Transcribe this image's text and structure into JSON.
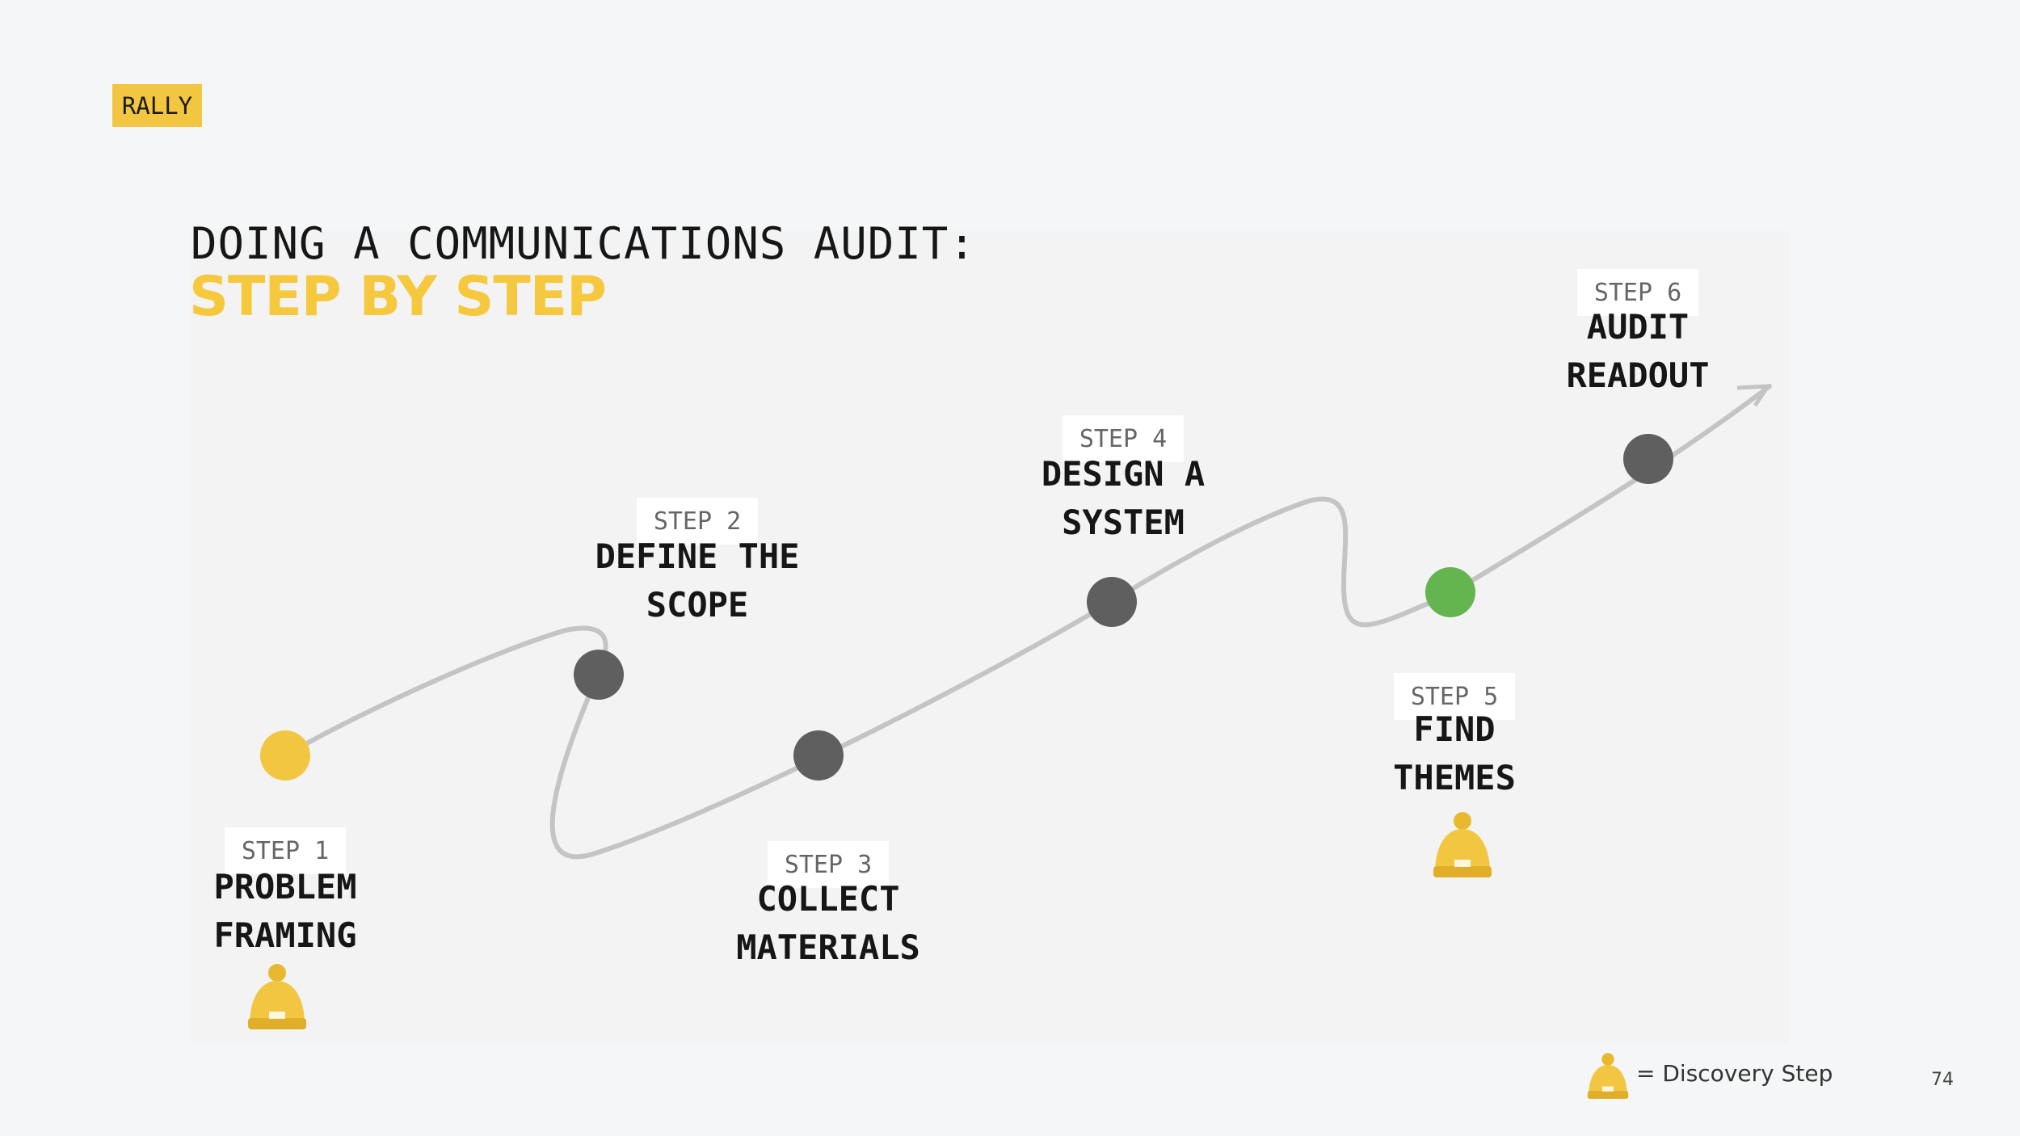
{
  "brand": {
    "label": "RALLY",
    "color": "#f2c641"
  },
  "title": {
    "line1": "DOING A COMMUNICATIONS AUDIT:",
    "line2": "STEP BY STEP",
    "accent_color": "#f5c83e"
  },
  "steps": [
    {
      "tag": "STEP 1",
      "title_lines": [
        "PROBLEM",
        "FRAMING"
      ],
      "dot_color": "#f2c641",
      "discovery": true
    },
    {
      "tag": "STEP 2",
      "title_lines": [
        "DEFINE THE",
        "SCOPE"
      ],
      "dot_color": "#5f5f5f",
      "discovery": false
    },
    {
      "tag": "STEP 3",
      "title_lines": [
        "COLLECT",
        "MATERIALS"
      ],
      "dot_color": "#5f5f5f",
      "discovery": false
    },
    {
      "tag": "STEP 4",
      "title_lines": [
        "DESIGN A",
        "SYSTEM"
      ],
      "dot_color": "#5f5f5f",
      "discovery": false
    },
    {
      "tag": "STEP 5",
      "title_lines": [
        "FIND",
        "THEMES"
      ],
      "dot_color": "#64b550",
      "discovery": true
    },
    {
      "tag": "STEP 6",
      "title_lines": [
        "AUDIT",
        "READOUT"
      ],
      "dot_color": "#5f5f5f",
      "discovery": false
    }
  ],
  "legend": {
    "icon": "discovery-hat-icon",
    "label": "= Discovery Step"
  },
  "page_number": "74"
}
